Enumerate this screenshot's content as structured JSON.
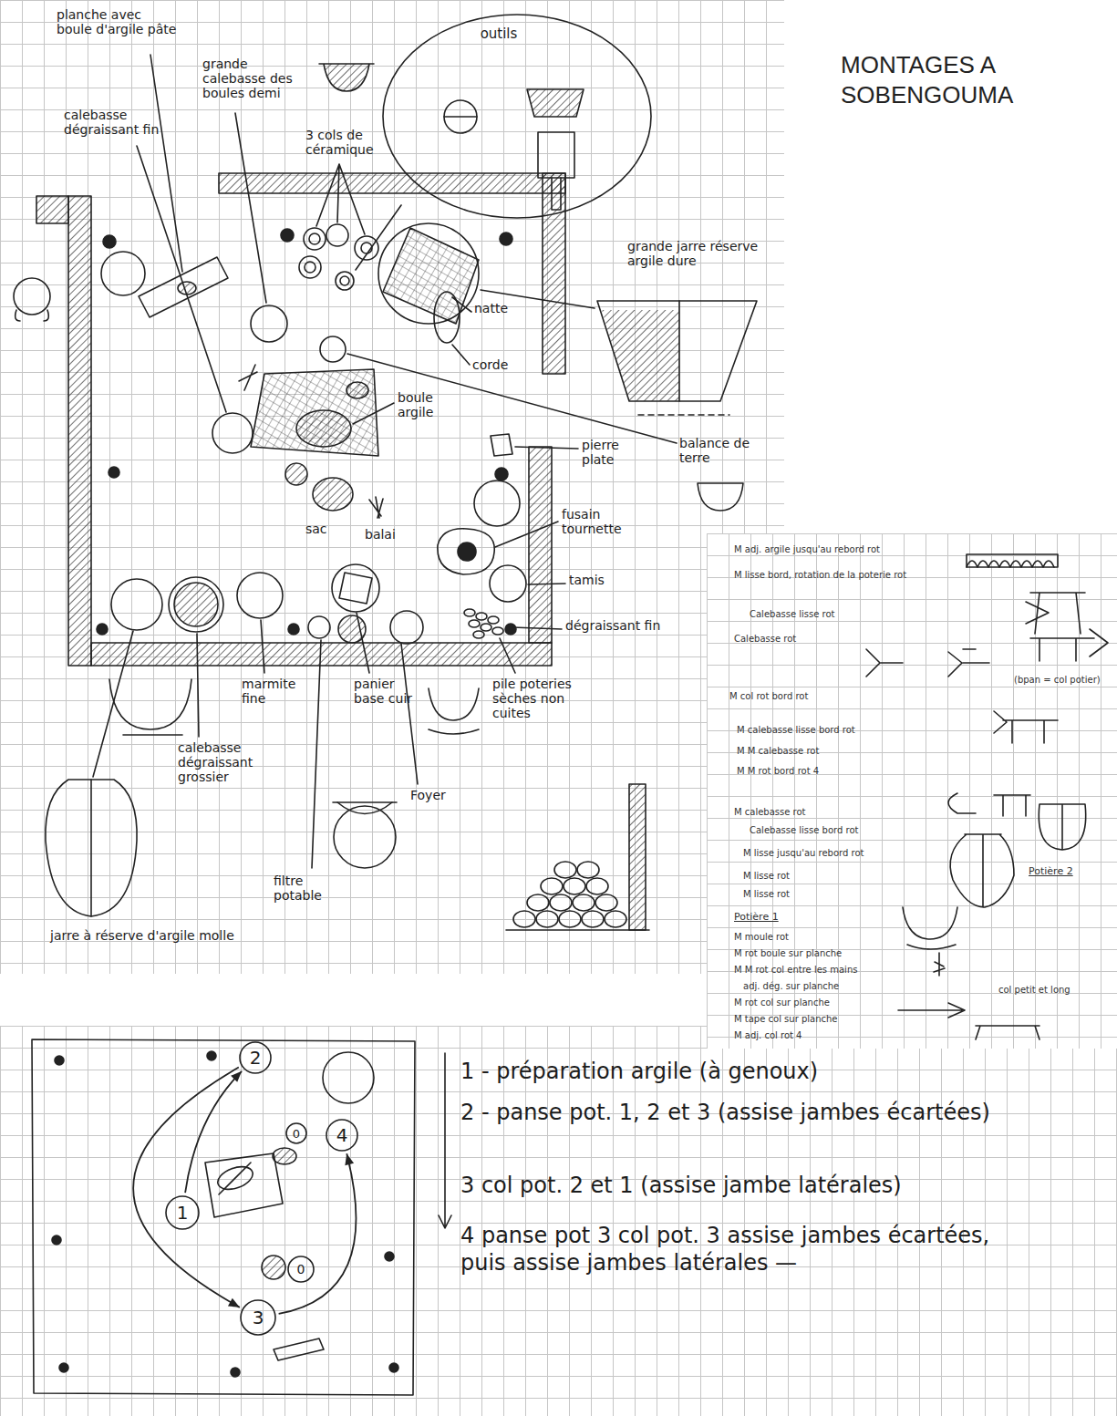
{
  "diagram": {
    "title": "MONTAGES A SOBENGOUMA",
    "nodes": [
      {
        "text": [
          "outils"
        ]
      },
      {
        "text": [
          "1"
        ]
      },
      {
        "text": [
          "2"
        ]
      },
      {
        "text": [
          "3"
        ]
      },
      {
        "text": [
          "4"
        ]
      }
    ],
    "edges": [
      {
        "from": 1,
        "to": 2,
        "arrow": "to"
      },
      {
        "from": 2,
        "to": 3,
        "arrow": "to"
      },
      {
        "from": 3,
        "to": 4,
        "arrow": "to"
      }
    ],
    "labels": [
      "planche avec boule d'argile pâte",
      "calebasse dégraissant fin",
      "grande calebasse des boules demi",
      "3 cols de céramique",
      "grande jarre réserve argile dure",
      "natte",
      "corde",
      "boule argile",
      "pierre plate",
      "balance de terre",
      "sac",
      "balai",
      "fusain tournette",
      "tamis",
      "dégraissant fin",
      "marmite fine",
      "panier base cuir",
      "Foyer",
      "pile poteries sèches non cuites",
      "calebasse dégraissant grossier",
      "jarre à réserve d'argile molle",
      "filtre potable",
      "M adj. argile jusqu'au rebord rot",
      "M lisse bord, rotation de la poterie rot",
      "Calebasse lisse rot",
      "Calebasse rot",
      "(bpan = col potier)",
      "M col rot bord rot",
      "M calebasse lisse bord rot",
      "M M calebasse rot",
      "M M rot bord rot 4",
      "M calebasse rot",
      "Calebasse lisse bord rot",
      "M lisse jusqu'au rebord rot",
      "M lisse rot",
      "M lisse rot",
      "Potière 2",
      "Potière 1",
      "M moule rot",
      "M rot boule sur planche",
      "M M rot col entre les mains",
      "adj. dég. sur planche",
      "M rot col sur planche",
      "M tape col sur planche",
      "col petit et long",
      "M adj. col rot 4",
      "1 - préparation argile (à genoux)",
      "2 - panse pot. 1, 2 et 3 (assise jambes écartées)",
      "3 col pot. 2 et 1 (assise jambe latérales)",
      "4 panse pot 3 col pot. 3 assise jambes écartées, puis assise jambes latérales —",
      "0",
      "0"
    ]
  }
}
